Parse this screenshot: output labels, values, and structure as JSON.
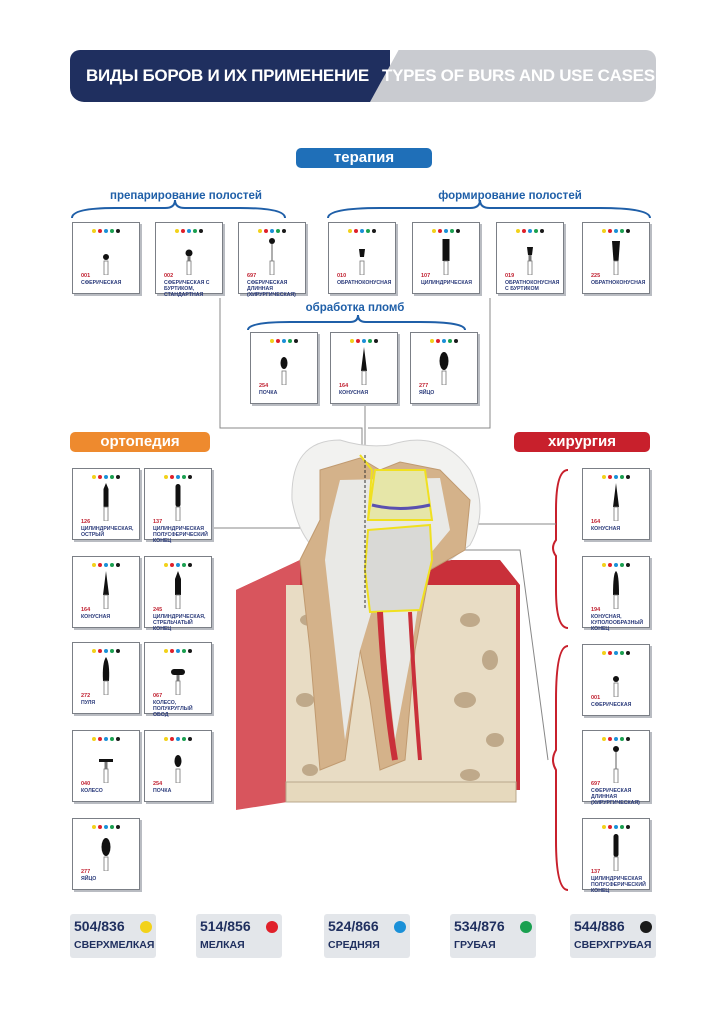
{
  "header": {
    "title_ru": "ВИДЫ БОРОВ И ИХ ПРИМЕНЕНИЕ",
    "title_en": "TYPES OF BURS AND USE CASES"
  },
  "sections": {
    "therapy": "терапия",
    "orthopedics": "ортопедия",
    "surgery": "хирургия"
  },
  "groups": {
    "cavity_prep": "препарирование полостей",
    "cavity_forming": "формирование полостей",
    "filling_treatment": "обработка пломб"
  },
  "colors": {
    "yellow": "#f2d21a",
    "red": "#e0202a",
    "blue": "#1a90d8",
    "green": "#1aa050",
    "black": "#1a1a1a"
  },
  "therapy_cards": [
    {
      "code": "001",
      "desc": "СФЕРИЧЕСКАЯ",
      "shape": "ball"
    },
    {
      "code": "002",
      "desc": "СФЕРИЧЕСКАЯ С БУРТИКОМ, СТАНДАРТНАЯ",
      "shape": "ball-collar"
    },
    {
      "code": "697",
      "desc": "СФЕРИЧЕСКАЯ ДЛИННАЯ (ХИРУРГИЧЕСКАЯ)",
      "shape": "ball-long"
    },
    {
      "code": "010",
      "desc": "ОБРАТНОКОНУСНАЯ",
      "shape": "invcone"
    },
    {
      "code": "107",
      "desc": "ЦИЛИНДРИЧЕСКАЯ",
      "shape": "cylinder"
    },
    {
      "code": "019",
      "desc": "ОБРАТНОКОНУСНАЯ С БУРТИКОМ",
      "shape": "invcone-collar"
    },
    {
      "code": "225",
      "desc": "ОБРАТНОКОНУСНАЯ",
      "shape": "invcone-long"
    }
  ],
  "filling_cards": [
    {
      "code": "254",
      "desc": "ПОЧКА",
      "shape": "bud"
    },
    {
      "code": "164",
      "desc": "КОНУСНАЯ",
      "shape": "cone"
    },
    {
      "code": "277",
      "desc": "ЯЙЦО",
      "shape": "egg"
    }
  ],
  "ortho_cards": [
    {
      "code": "126",
      "desc": "ЦИЛИНДРИЧЕСКАЯ, ОСТРЫЙ",
      "shape": "needle"
    },
    {
      "code": "137",
      "desc": "ЦИЛИНДРИЧЕСКАЯ ПОЛУСФЕРИЧЕСКИЙ КОНЕЦ",
      "shape": "rod"
    },
    {
      "code": "164",
      "desc": "КОНУСНАЯ",
      "shape": "cone"
    },
    {
      "code": "245",
      "desc": "ЦИЛИНДРИЧЕСКАЯ, СТРЕЛЬЧАТЫЙ КОНЕЦ",
      "shape": "arrow"
    },
    {
      "code": "272",
      "desc": "ПУЛЯ",
      "shape": "bullet"
    },
    {
      "code": "067",
      "desc": "КОЛЕСО, ПОЛУКРУГЛЫЙ ОБОД",
      "shape": "wheel-round"
    },
    {
      "code": "040",
      "desc": "КОЛЕСО",
      "shape": "wheel"
    },
    {
      "code": "254",
      "desc": "ПОЧКА",
      "shape": "bud"
    },
    {
      "code": "277",
      "desc": "ЯЙЦО",
      "shape": "egg"
    }
  ],
  "surgery_cards": [
    {
      "code": "164",
      "desc": "КОНУСНАЯ",
      "shape": "cone"
    },
    {
      "code": "194",
      "desc": "КОНУСНАЯ, КУПОЛООБРАЗНЫЙ КОНЕЦ",
      "shape": "dome-cone"
    },
    {
      "code": "001",
      "desc": "СФЕРИЧЕСКАЯ",
      "shape": "ball"
    },
    {
      "code": "697",
      "desc": "СФЕРИЧЕСКАЯ ДЛИННАЯ (ХИРУРГИЧЕСКАЯ)",
      "shape": "ball-long"
    },
    {
      "code": "137",
      "desc": "ЦИЛИНДРИЧЕСКАЯ ПОЛУСФЕРИЧЕСКИЙ КОНЕЦ",
      "shape": "rod"
    }
  ],
  "legend": [
    {
      "num": "504/836",
      "label": "СВЕРХМЕЛКАЯ",
      "color": "#f2d21a"
    },
    {
      "num": "514/856",
      "label": "МЕЛКАЯ",
      "color": "#e0202a"
    },
    {
      "num": "524/866",
      "label": "СРЕДНЯЯ",
      "color": "#1a90d8"
    },
    {
      "num": "534/876",
      "label": "ГРУБАЯ",
      "color": "#1aa050"
    },
    {
      "num": "544/886",
      "label": "СВЕРХГРУБАЯ",
      "color": "#1a1a1a"
    }
  ]
}
